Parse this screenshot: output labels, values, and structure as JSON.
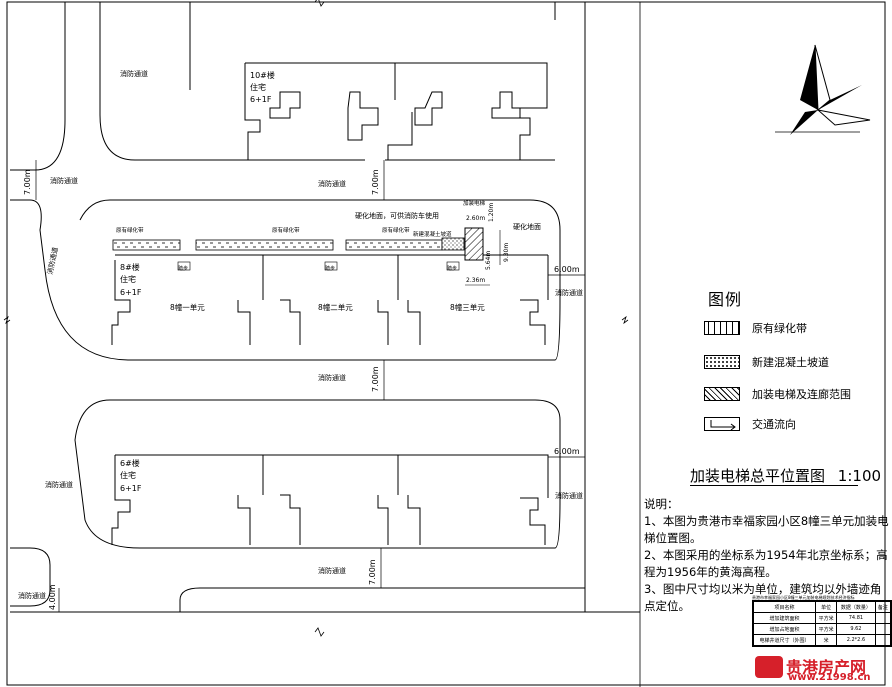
{
  "buildings": {
    "b10": {
      "name": "10#楼",
      "use": "住宅",
      "floors": "6+1F"
    },
    "b8": {
      "name": "8#楼",
      "use": "住宅",
      "floors": "6+1F"
    },
    "b6": {
      "name": "6#楼",
      "use": "住宅",
      "floors": "6+1F"
    }
  },
  "units": [
    "8幢一单元",
    "8幢二单元",
    "8幢三单元"
  ],
  "fire_lane": "消防通道",
  "dims": {
    "d700": "7.00m",
    "d600": "6.00m",
    "d400": "4.00m",
    "d236": "2.36m",
    "d260": "2.60m",
    "d120": "1.20m",
    "d564": "5.64m",
    "d930": "9.30m"
  },
  "site_labels": {
    "hard_ground_fire": "硬化地面，可供消防车使用",
    "hard_ground": "硬化地面",
    "existing_green": "原有绿化带",
    "new_ramp": "新建混凝土坡道",
    "elevator": "加装电梯",
    "step": "踏步"
  },
  "legend": {
    "title": "图例",
    "items": [
      "原有绿化带",
      "新建混凝土坡道",
      "加装电梯及连廊范围",
      "交通流向"
    ]
  },
  "drawing_title": "加装电梯总平位置图",
  "scale": "1:100",
  "notes_title": "说明：",
  "notes": [
    "1、本图为贵港市幸福家园小区8幢三单元加装电梯位置图。",
    "2、本图采用的坐标系为1954年北京坐标系；高程为1956年的黄海高程。",
    "3、图中尺寸均以米为单位，建筑均以外墙迹角点定位。"
  ],
  "table": {
    "caption": "贵港市幸福家园小区8幢三单元加装电梯规划技术经济指标",
    "header": [
      "项目名称",
      "单位",
      "数据（数量）",
      "备注"
    ],
    "rows": [
      [
        "增加建筑面积",
        "平方米",
        "74.81",
        ""
      ],
      [
        "增加占地面积",
        "平方米",
        "9.62",
        ""
      ],
      [
        "电梯井道尺寸（外围）",
        "米",
        "2.2*2.6",
        ""
      ]
    ]
  },
  "watermark": {
    "name": "贵港房产网",
    "url": "www.21998.cn"
  },
  "colors": {
    "line": "#000000",
    "watermark": "#d6202a"
  }
}
